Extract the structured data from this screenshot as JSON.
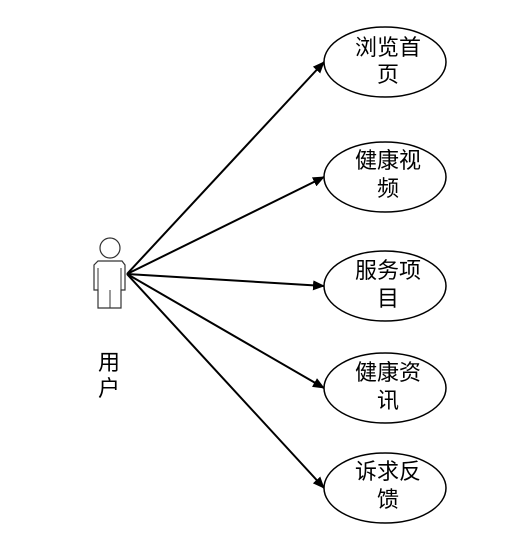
{
  "actor": {
    "name_line1": "用",
    "name_line2": "户"
  },
  "use_cases": [
    {
      "line1": "浏览首",
      "line2": "页"
    },
    {
      "line1": "健康视",
      "line2": "频"
    },
    {
      "line1": "服务项",
      "line2": "目"
    },
    {
      "line1": "健康资",
      "line2": "讯"
    },
    {
      "line1": "诉求反",
      "line2": "馈"
    }
  ]
}
